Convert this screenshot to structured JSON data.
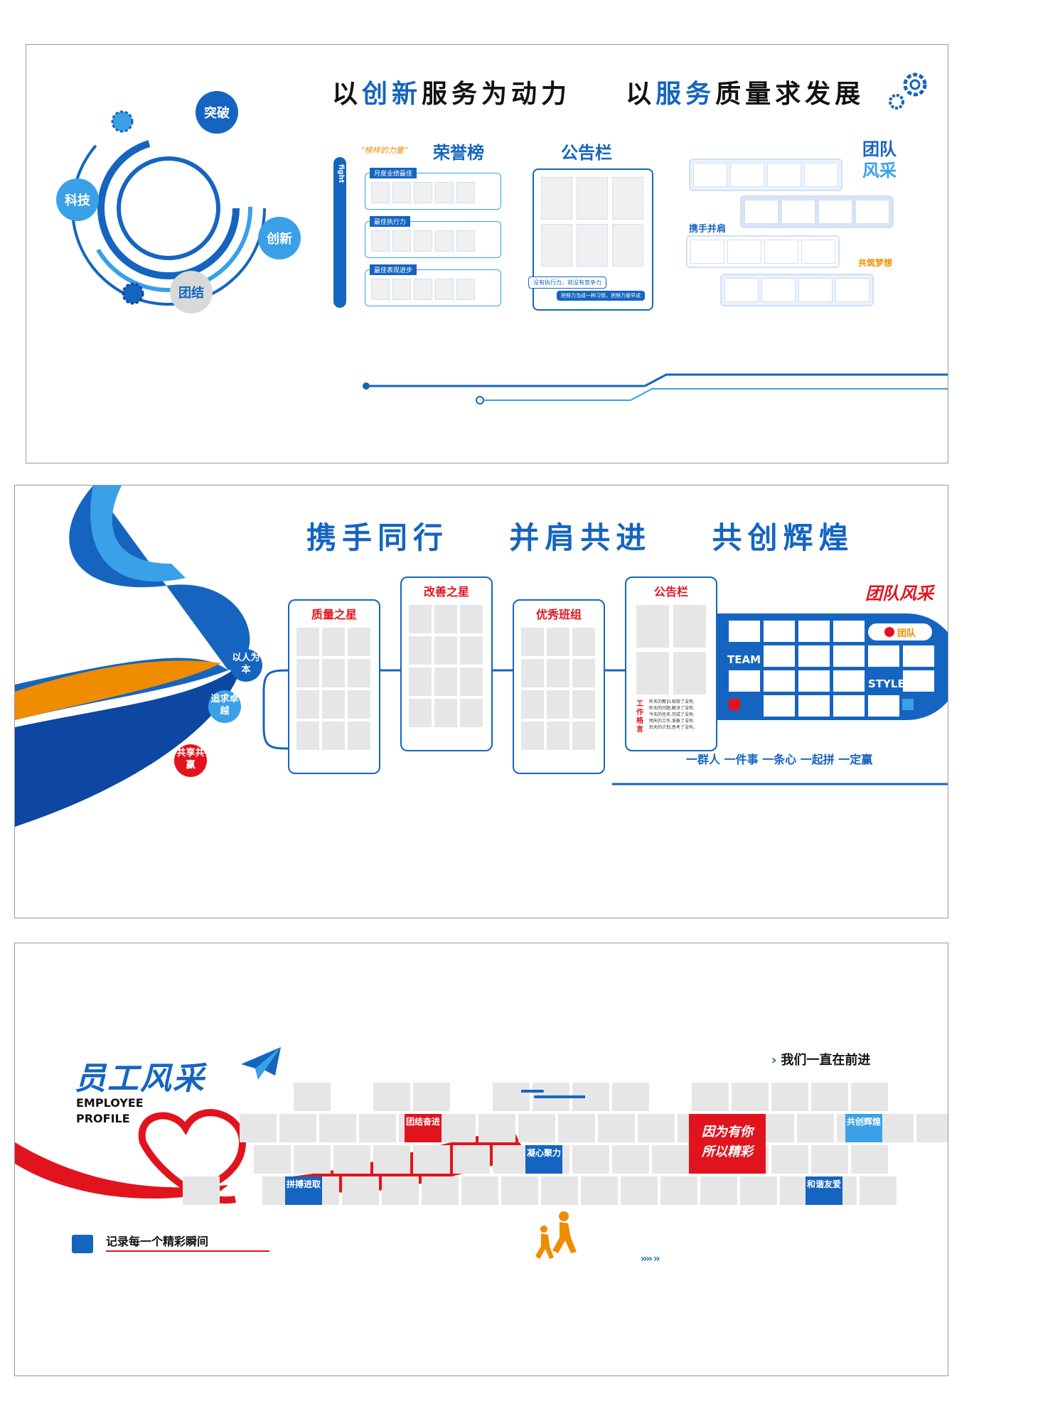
{
  "panel1": {
    "headline_a": "以",
    "headline_b": "创新",
    "headline_c": "服务为动力",
    "headline_d": "以",
    "headline_e": "服务",
    "headline_f": "质量求发展",
    "ring_labels": [
      "突破",
      "科技",
      "创新",
      "团结"
    ],
    "fight": "fight",
    "quote": "榜样的力量",
    "honor_title": "荣誉榜",
    "honor_rows": [
      "月度业绩最佳",
      "最佳执行力",
      "最佳表现进步"
    ],
    "notice_title": "公告栏",
    "notice_note1": "没有执行力，就没有竞争力",
    "notice_note2": "把努力当成一种习惯，把努力做早成",
    "team_title1": "团队",
    "team_title2": "风采",
    "team_sub1": "携手并肩",
    "team_sub2": "共筑梦想"
  },
  "panel2": {
    "headline": [
      "携手同行",
      "并肩共进",
      "共创辉煌"
    ],
    "bubbles": [
      "以人为本",
      "追求卓越",
      "共享共赢"
    ],
    "boards": [
      "质量之星",
      "改善之星",
      "优秀班组",
      "公告栏"
    ],
    "motto_label": "工作格言",
    "motto_lines": [
      "昨天的教训,吸取了没有;",
      "昨天的问题,解决了没有;",
      "今天的任务,完成了没有;",
      "明天的工作,准备了没有;",
      "后天的计划,思考了没有。"
    ],
    "team_style_title": "团队风采",
    "team_word": "TEAM",
    "style_word": "STYLE",
    "badge": "团队",
    "slogan": "一群人 一件事 一条心 一起拼 一定赢"
  },
  "panel3": {
    "title": "员工风采",
    "subtitle1": "EMPLOYEE",
    "subtitle2": "PROFILE",
    "tagline": "我们一直在前进",
    "record": "记录每一个精彩瞬间",
    "tiles": [
      "团结奋进",
      "凝心聚力",
      "拼搏进取",
      "共创辉煌",
      "和谐友爱"
    ],
    "center_line1": "因为有你",
    "center_line2": "所以精彩"
  },
  "colors": {
    "primary": "#1565c0",
    "accent": "#3aa0e8",
    "red": "#e1141e",
    "orange": "#f08c00"
  }
}
